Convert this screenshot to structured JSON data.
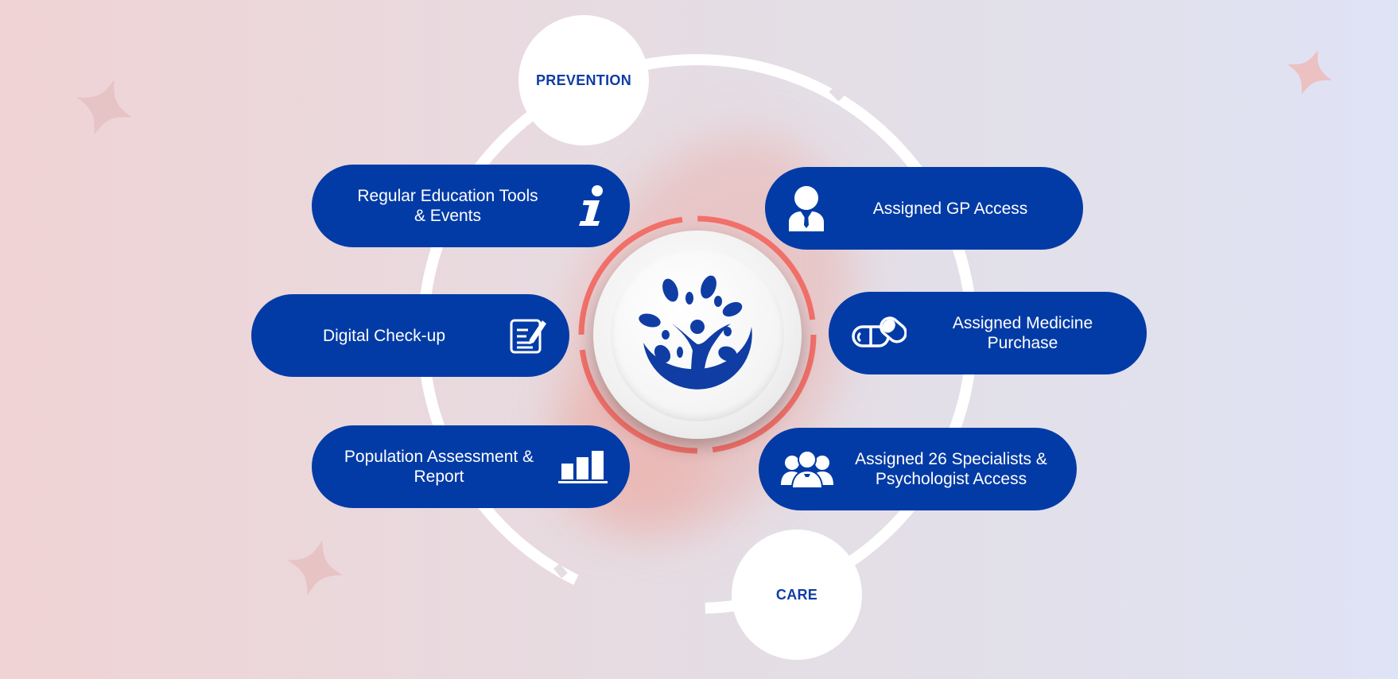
{
  "phases": {
    "top": "PREVENTION",
    "bottom": "CARE"
  },
  "services_left": [
    {
      "label": "Regular Education Tools\n& Events",
      "icon": "info-icon"
    },
    {
      "label": "Digital Check-up",
      "icon": "checklist-icon"
    },
    {
      "label": "Population Assessment &\nReport",
      "icon": "bar-chart-icon"
    }
  ],
  "services_right": [
    {
      "label": "Assigned GP Access",
      "icon": "doctor-icon"
    },
    {
      "label": "Assigned Medicine\nPurchase",
      "icon": "pills-icon"
    },
    {
      "label": "Assigned 26 Specialists &\nPsychologist Access",
      "icon": "group-icon"
    }
  ],
  "center": {
    "icon": "tree-person-logo-icon"
  },
  "colors": {
    "pill": "#033ba6",
    "label_text": "#0f3da4",
    "center_ring": "#f2706a",
    "outer_ring": "#ffffff"
  }
}
